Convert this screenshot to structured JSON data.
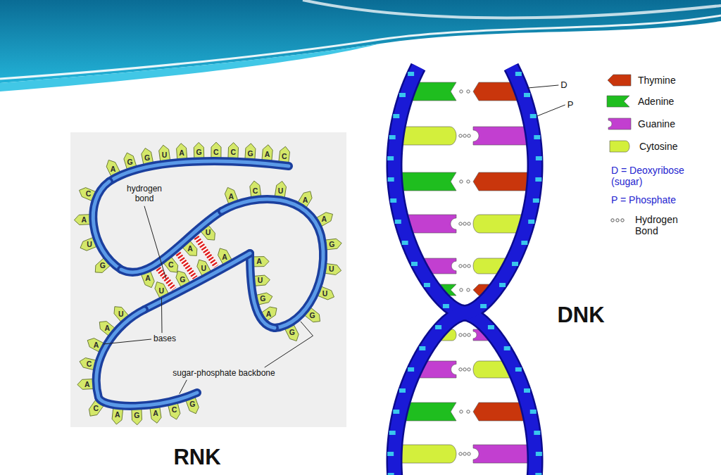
{
  "diagram": {
    "labels": [
      "A",
      "G",
      "G",
      "U",
      "A",
      "G",
      "C",
      "C",
      "G",
      "A",
      "C",
      "C",
      "A",
      "U",
      "G",
      "A",
      "C",
      "A",
      "U",
      "A",
      "C",
      "U",
      "A",
      "A",
      "G",
      "U",
      "U",
      "G",
      "G",
      "A",
      "G",
      "U",
      "A",
      "A",
      "U",
      "G",
      "U",
      "U",
      "A",
      "A",
      "C",
      "A",
      "C",
      "A",
      "G",
      "A",
      "C",
      "G",
      "hydrogen bond",
      "bases",
      "sugar-phosphate backbone",
      "RNK",
      "D",
      "P",
      "DNK"
    ],
    "legend": [
      {
        "text": "Thymine",
        "color": "#c9360c"
      },
      {
        "text": "Adenine",
        "color": "#1fbe1f"
      },
      {
        "text": "Guanine",
        "color": "#c23fd0"
      },
      {
        "text": "Cytosine",
        "color": "#d3ef3c"
      },
      {
        "text": "D = Deoxyribose (sugar)"
      },
      {
        "text": "P = Phosphate"
      },
      {
        "text": "Hydrogen Bond"
      }
    ]
  }
}
